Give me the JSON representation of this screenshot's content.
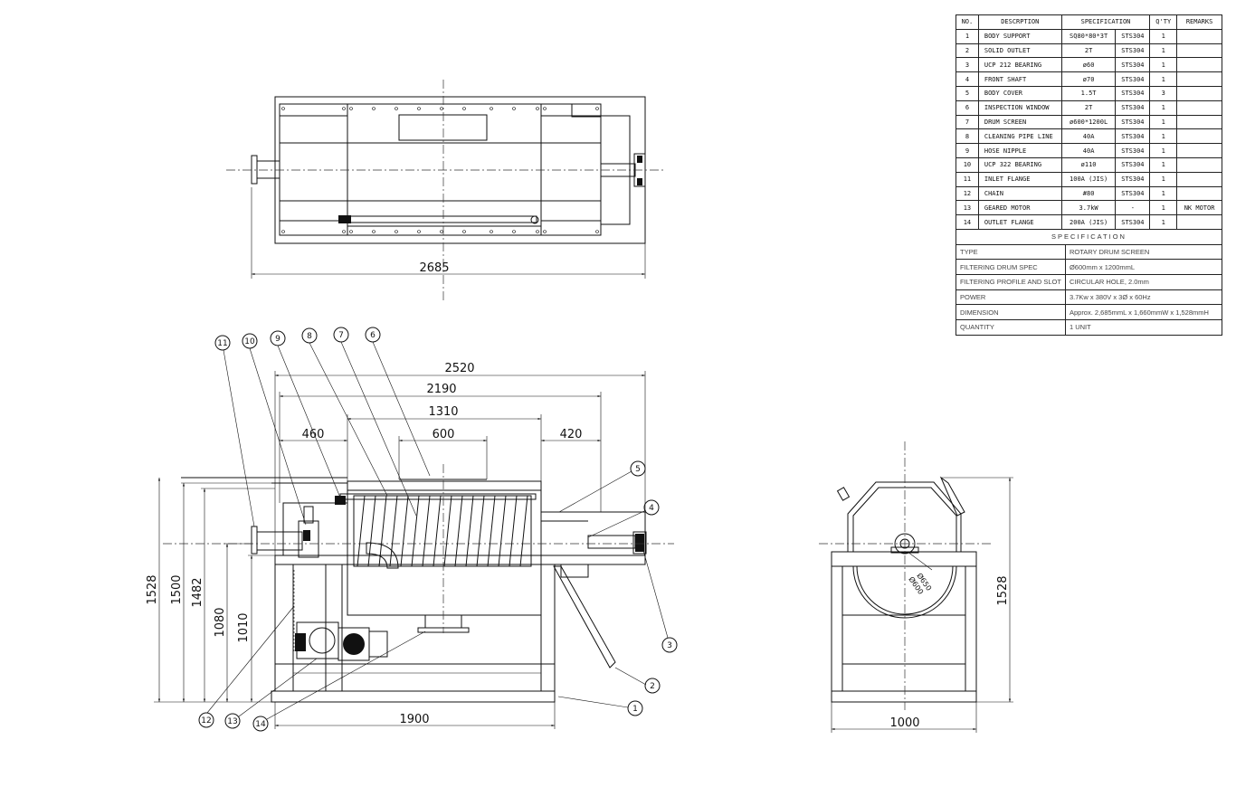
{
  "top_view": {
    "dims": {
      "length": "2685"
    }
  },
  "side_view": {
    "dims": {
      "d2520": "2520",
      "d2190": "2190",
      "d1310": "1310",
      "d460": "460",
      "d600": "600",
      "d420": "420",
      "d1528": "1528",
      "d1500": "1500",
      "d1482": "1482",
      "d1080": "1080",
      "d1010": "1010",
      "d1900": "1900"
    },
    "balloons": [
      "1",
      "2",
      "3",
      "4",
      "5",
      "6",
      "7",
      "8",
      "9",
      "10",
      "11",
      "12",
      "13",
      "14"
    ]
  },
  "end_view": {
    "dims": {
      "width": "1000",
      "height": "1528",
      "dia1": "Ø650",
      "dia2": "Ø600"
    }
  },
  "parts_table": {
    "headers": {
      "no": "NO.",
      "desc": "DESCRPTION",
      "spec": "SPECIFICATION",
      "qty": "Q'TY",
      "remarks": "REMARKS"
    },
    "rows": [
      {
        "no": "1",
        "desc": "BODY SUPPORT",
        "spec1": "SQ80*80*3T",
        "spec2": "STS304",
        "qty": "1",
        "remarks": ""
      },
      {
        "no": "2",
        "desc": "SOLID OUTLET",
        "spec1": "2T",
        "spec2": "STS304",
        "qty": "1",
        "remarks": ""
      },
      {
        "no": "3",
        "desc": "UCP 212 BEARING",
        "spec1": "ø60",
        "spec2": "STS304",
        "qty": "1",
        "remarks": ""
      },
      {
        "no": "4",
        "desc": "FRONT SHAFT",
        "spec1": "ø70",
        "spec2": "STS304",
        "qty": "1",
        "remarks": ""
      },
      {
        "no": "5",
        "desc": "BODY COVER",
        "spec1": "1.5T",
        "spec2": "STS304",
        "qty": "3",
        "remarks": ""
      },
      {
        "no": "6",
        "desc": "INSPECTION WINDOW",
        "spec1": "2T",
        "spec2": "STS304",
        "qty": "1",
        "remarks": ""
      },
      {
        "no": "7",
        "desc": "DRUM SCREEN",
        "spec1": "ø600*1200L",
        "spec2": "STS304",
        "qty": "1",
        "remarks": ""
      },
      {
        "no": "8",
        "desc": "CLEANING PIPE LINE",
        "spec1": "40A",
        "spec2": "STS304",
        "qty": "1",
        "remarks": ""
      },
      {
        "no": "9",
        "desc": "HOSE NIPPLE",
        "spec1": "40A",
        "spec2": "STS304",
        "qty": "1",
        "remarks": ""
      },
      {
        "no": "10",
        "desc": "UCP 322 BEARING",
        "spec1": "ø110",
        "spec2": "STS304",
        "qty": "1",
        "remarks": ""
      },
      {
        "no": "11",
        "desc": "INLET FLANGE",
        "spec1": "100A (JIS)",
        "spec2": "STS304",
        "qty": "1",
        "remarks": ""
      },
      {
        "no": "12",
        "desc": "CHAIN",
        "spec1": "#80",
        "spec2": "STS304",
        "qty": "1",
        "remarks": ""
      },
      {
        "no": "13",
        "desc": "GEARED MOTOR",
        "spec1": "3.7kW",
        "spec2": "-",
        "qty": "1",
        "remarks": "NK MOTOR"
      },
      {
        "no": "14",
        "desc": "OUTLET FLANGE",
        "spec1": "200A (JIS)",
        "spec2": "STS304",
        "qty": "1",
        "remarks": ""
      }
    ]
  },
  "spec_table": {
    "title": "SPECIFICATION",
    "rows": [
      {
        "label": "TYPE",
        "value": "ROTARY DRUM SCREEN"
      },
      {
        "label": "FILTERING DRUM SPEC",
        "value": "Ø600mm x 1200mmL"
      },
      {
        "label": "FILTERING PROFILE AND SLOT",
        "value": "CIRCULAR HOLE, 2.0mm"
      },
      {
        "label": "POWER",
        "value": "3.7Kw x 380V x 3Ø x 60Hz"
      },
      {
        "label": "DIMENSION",
        "value": "Approx. 2,685mmL x 1,660mmW x 1,528mmH"
      },
      {
        "label": "QUANTITY",
        "value": "1 UNIT"
      }
    ]
  }
}
